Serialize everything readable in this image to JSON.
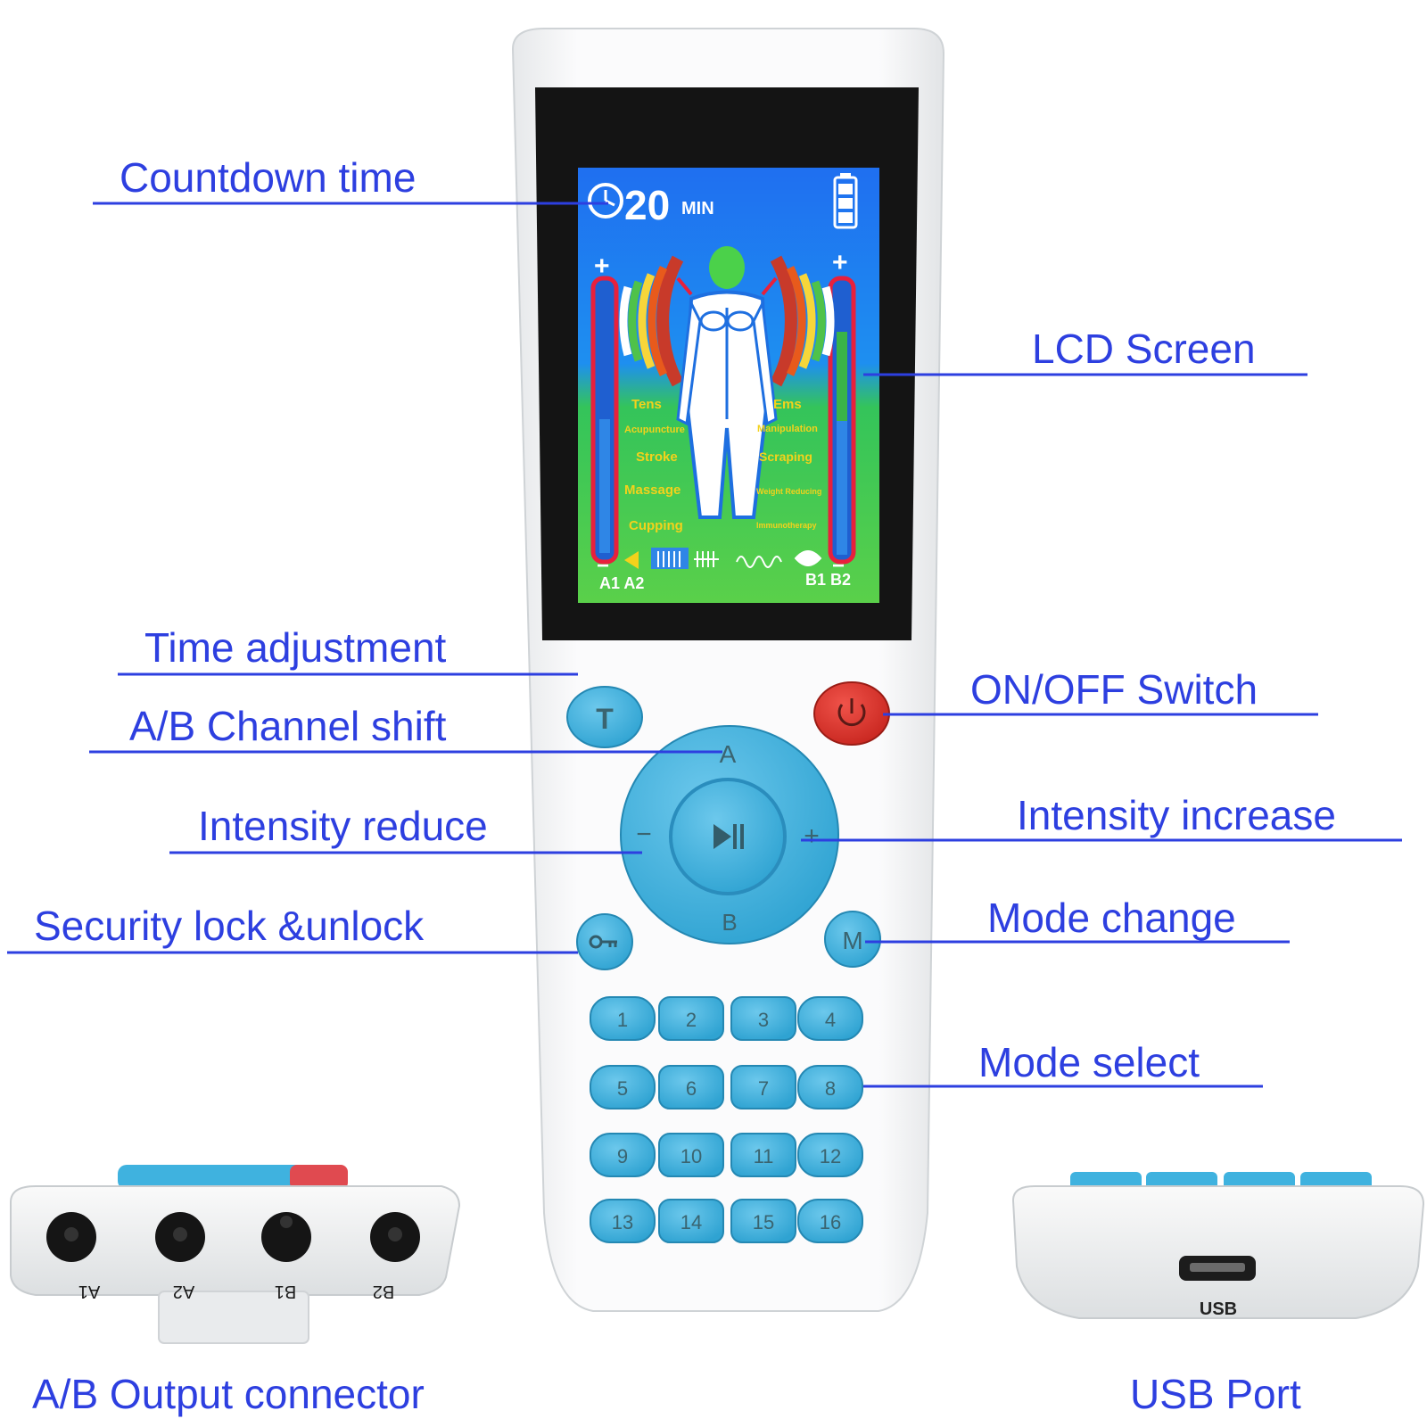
{
  "colors": {
    "callout": "#2d3fe0",
    "button_blue": "#3fb2df",
    "power_red": "#d8332c",
    "device_white": "#f4f5f6",
    "lcd_frame": "#151515",
    "lcd_bg": "#1e7bea",
    "lcd_green": "#3dc94a",
    "lcd_label_yellow": "#f3d21b"
  },
  "callouts": {
    "countdown_time": "Countdown time",
    "lcd_screen": "LCD Screen",
    "time_adjustment": "Time adjustment",
    "on_off_switch": "ON/OFF Switch",
    "ab_channel_shift": "A/B Channel shift",
    "intensity_reduce": "Intensity reduce",
    "intensity_increase": "Intensity increase",
    "security_lock": "Security lock &unlock",
    "mode_change": "Mode change",
    "mode_select": "Mode select",
    "ab_output_connector": "A/B Output connector",
    "usb_port": "USB Port"
  },
  "lcd": {
    "timer_value": "20",
    "timer_unit": "MIN",
    "left_channel_label": "A1 A2",
    "right_channel_label": "B1 B2",
    "plus_sign": "+",
    "minus_sign": "−",
    "left_modes": [
      "Tens",
      "Acupuncture",
      "Stroke",
      "Massage",
      "Cupping"
    ],
    "right_modes": [
      "Ems",
      "Manipulation",
      "Scraping",
      "Weight Reducing",
      "Immunotherapy"
    ]
  },
  "buttons": {
    "time": "T",
    "dpad_top": "A",
    "dpad_bottom": "B",
    "dpad_left": "−",
    "dpad_right": "+",
    "mode": "M",
    "lock_icon": "lock-key-icon",
    "power_icon": "power-icon",
    "play_pause_icon": "play-pause-icon",
    "keypad": [
      "1",
      "2",
      "3",
      "4",
      "5",
      "6",
      "7",
      "8",
      "9",
      "10",
      "11",
      "12",
      "13",
      "14",
      "15",
      "16"
    ]
  },
  "connectors": {
    "jacks": [
      "A1",
      "A2",
      "B1",
      "B2"
    ],
    "usb_label": "USB"
  }
}
